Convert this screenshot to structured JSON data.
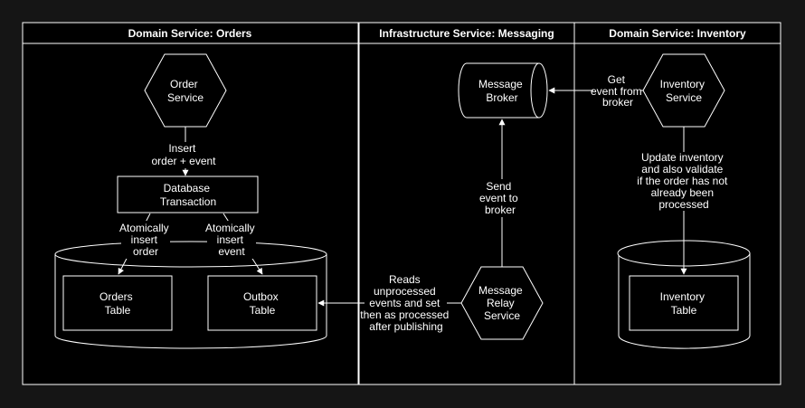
{
  "panels": {
    "orders": "Domain Service: Orders",
    "messaging": "Infrastructure Service: Messaging",
    "inventory": "Domain Service: Inventory"
  },
  "nodes": {
    "order_service": [
      "Order",
      "Service"
    ],
    "db_transaction": [
      "Database",
      "Transaction"
    ],
    "orders_table": [
      "Orders",
      "Table"
    ],
    "outbox_table": [
      "Outbox",
      "Table"
    ],
    "message_broker": [
      "Message",
      "Broker"
    ],
    "message_relay": [
      "Message",
      "Relay",
      "Service"
    ],
    "inventory_service": [
      "Inventory",
      "Service"
    ],
    "inventory_table": [
      "Inventory",
      "Table"
    ]
  },
  "edges": {
    "insert_order_event": [
      "Insert",
      "order + event"
    ],
    "atomic_insert_order": [
      "Atomically",
      "insert",
      "order"
    ],
    "atomic_insert_event": [
      "Atomically",
      "insert",
      "event"
    ],
    "reads_unprocessed": [
      "Reads",
      "unprocessed",
      "events and set",
      "then as processed",
      "after publishing"
    ],
    "send_event": [
      "Send",
      "event to",
      "broker"
    ],
    "get_event": [
      "Get",
      "event from",
      "broker"
    ],
    "update_inventory": [
      "Update inventory",
      "and also validate",
      "if the order has not",
      "already been",
      "processed"
    ]
  },
  "colors": {
    "background": "#151515",
    "fill": "#000000",
    "stroke": "#ffffff"
  }
}
